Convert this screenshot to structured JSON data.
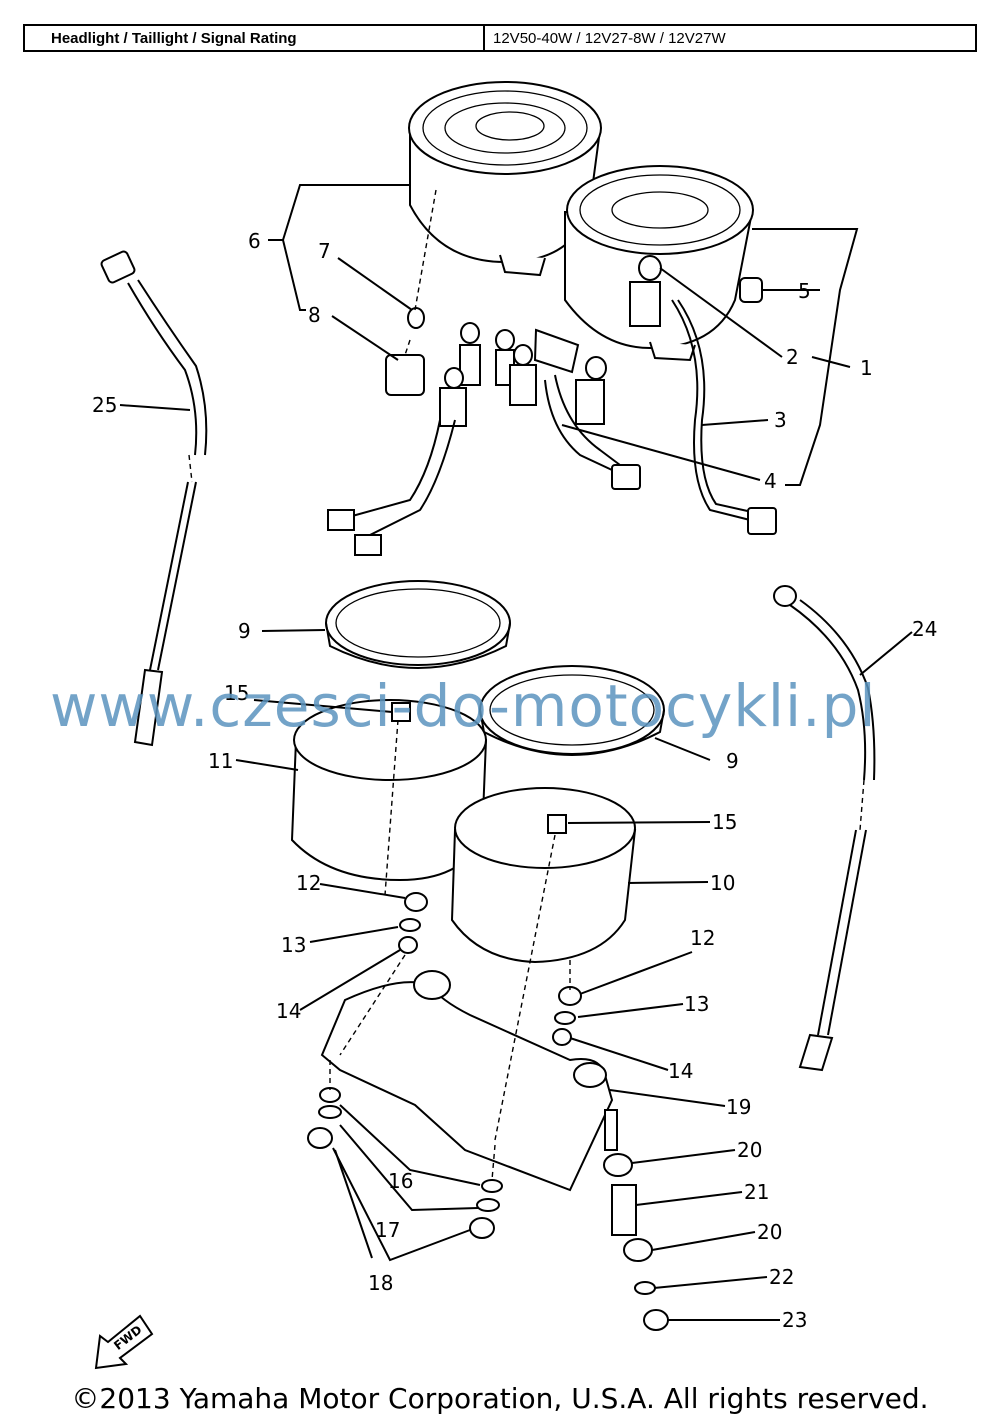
{
  "spec_table": {
    "label": "Headlight / Taillight / Signal Rating",
    "value": "12V50-40W / 12V27-8W / 12V27W"
  },
  "callouts": {
    "c1": "1",
    "c2": "2",
    "c3": "3",
    "c4": "4",
    "c5": "5",
    "c6": "6",
    "c7": "7",
    "c8": "8",
    "c9a": "9",
    "c9b": "9",
    "c10": "10",
    "c11": "11",
    "c12a": "12",
    "c12b": "12",
    "c13a": "13",
    "c13b": "13",
    "c14a": "14",
    "c14b": "14",
    "c15a": "15",
    "c15b": "15",
    "c16": "16",
    "c17": "17",
    "c18": "18",
    "c19": "19",
    "c20a": "20",
    "c20b": "20",
    "c21": "21",
    "c22": "22",
    "c23": "23",
    "c24": "24",
    "c25": "25"
  },
  "fwd_label": "FWD",
  "watermark": "www.czesci-do-motocykli.pl",
  "copyright": "©2013 Yamaha Motor Corporation, U.S.A. All rights reserved."
}
